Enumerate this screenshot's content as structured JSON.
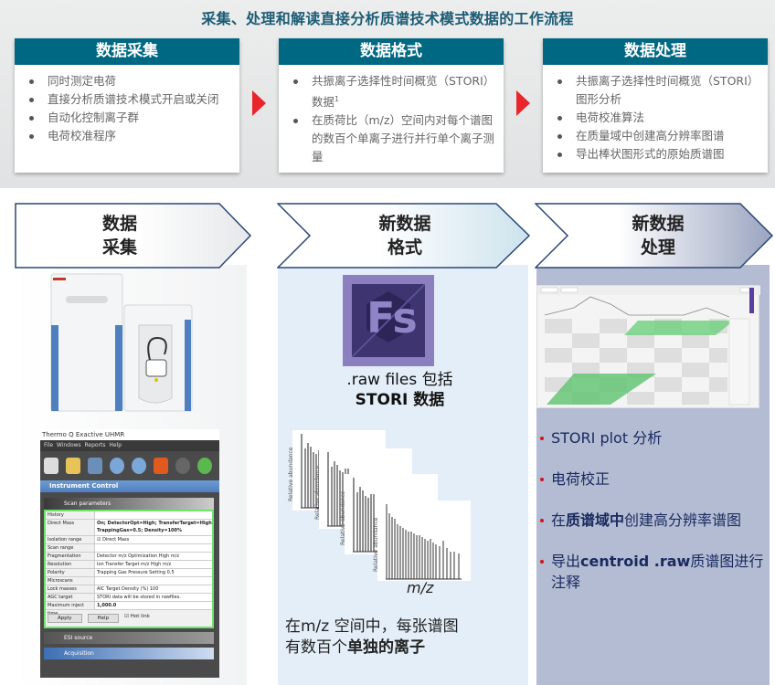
{
  "title": "采集、处理和解读直接分析质谱技术模式数据的工作流程",
  "cards": [
    {
      "heading": "数据采集",
      "items": [
        "同时测定电荷",
        "直接分析质谱技术模式开启或关闭",
        "自动化控制离子群",
        "电荷校准程序"
      ]
    },
    {
      "heading": "数据格式",
      "items": [
        "共振离子选择性时间概览（STORI）数据",
        "在质荷比（m/z）空间内对每个谱图的数百个单离子进行并行单个离子测量"
      ],
      "footnote_mark": "1"
    },
    {
      "heading": "数据处理",
      "items": [
        "共振离子选择性时间概览（STORI）图形分析",
        "电荷校准算法",
        "在质量域中创建高分辨率图谱",
        "导出棒状图形式的原始质谱图"
      ]
    }
  ],
  "arrow_color": "#e8262b",
  "header_color": "#006882",
  "chevrons": [
    {
      "line1": "数据",
      "line2": "采集"
    },
    {
      "line1": "新数据",
      "line2": "格式"
    },
    {
      "line1": "新数据",
      "line2": "处理"
    }
  ],
  "column1": {
    "software": {
      "window_title": "Thermo Q Exactive UHMR",
      "menu": [
        "File",
        "Windows",
        "Reports",
        "Help"
      ],
      "instrument_control": "Instrument Control",
      "scan_parameters": "Scan parameters",
      "rows": [
        {
          "key": "History",
          "value": ""
        },
        {
          "key": "Direct Mass",
          "value": "On; DetectorOpt=High; TransferTarget=High TrappingGas=0.5; Density=100%"
        },
        {
          "key": "Isolation range",
          "value": "☑ Direct Mass"
        },
        {
          "key": "Scan range",
          "value": ""
        },
        {
          "key": "Fragmentation",
          "value": "Detector m/z Optimization   High m/z"
        },
        {
          "key": "Resolution",
          "value": "Ion Transfer Target m/z   High m/z"
        },
        {
          "key": "Polarity",
          "value": "Trapping Gas Pressure Setting   0.5"
        },
        {
          "key": "Microscans",
          "value": ""
        },
        {
          "key": "Lock masses",
          "value": "AIC Target Density (%)   100"
        },
        {
          "key": "AGC target",
          "value": "STORI data will be stored in rawfiles."
        },
        {
          "key": "Maximum inject time",
          "value": "1,000.0"
        }
      ],
      "buttons": [
        "Apply",
        "Help",
        "☑ Hot link"
      ],
      "esi_source": "ESI source",
      "acquisition": "Acquisition"
    }
  },
  "column2": {
    "icon_label": "Fs",
    "raw_caption_line1": ".raw files 包括",
    "raw_caption_line2": "STORI 数据",
    "spectrum_ylabel": "Relative abundance",
    "spectrum_xlabel": "m/z",
    "caption_line1": "在m/z 空间中，每张谱图",
    "caption_line2_normal": "有数百个",
    "caption_line2_bold": "单独的离子"
  },
  "column3": {
    "items": [
      {
        "pre": "STORI plot 分析",
        "bold": "",
        "post": ""
      },
      {
        "pre": "电荷校正",
        "bold": "",
        "post": ""
      },
      {
        "pre": "在",
        "bold": "质谱域中",
        "post": "创建高分辨率谱图"
      },
      {
        "pre": "导出",
        "bold": "centroid .raw",
        "post": "质谱图进行注释"
      }
    ]
  }
}
